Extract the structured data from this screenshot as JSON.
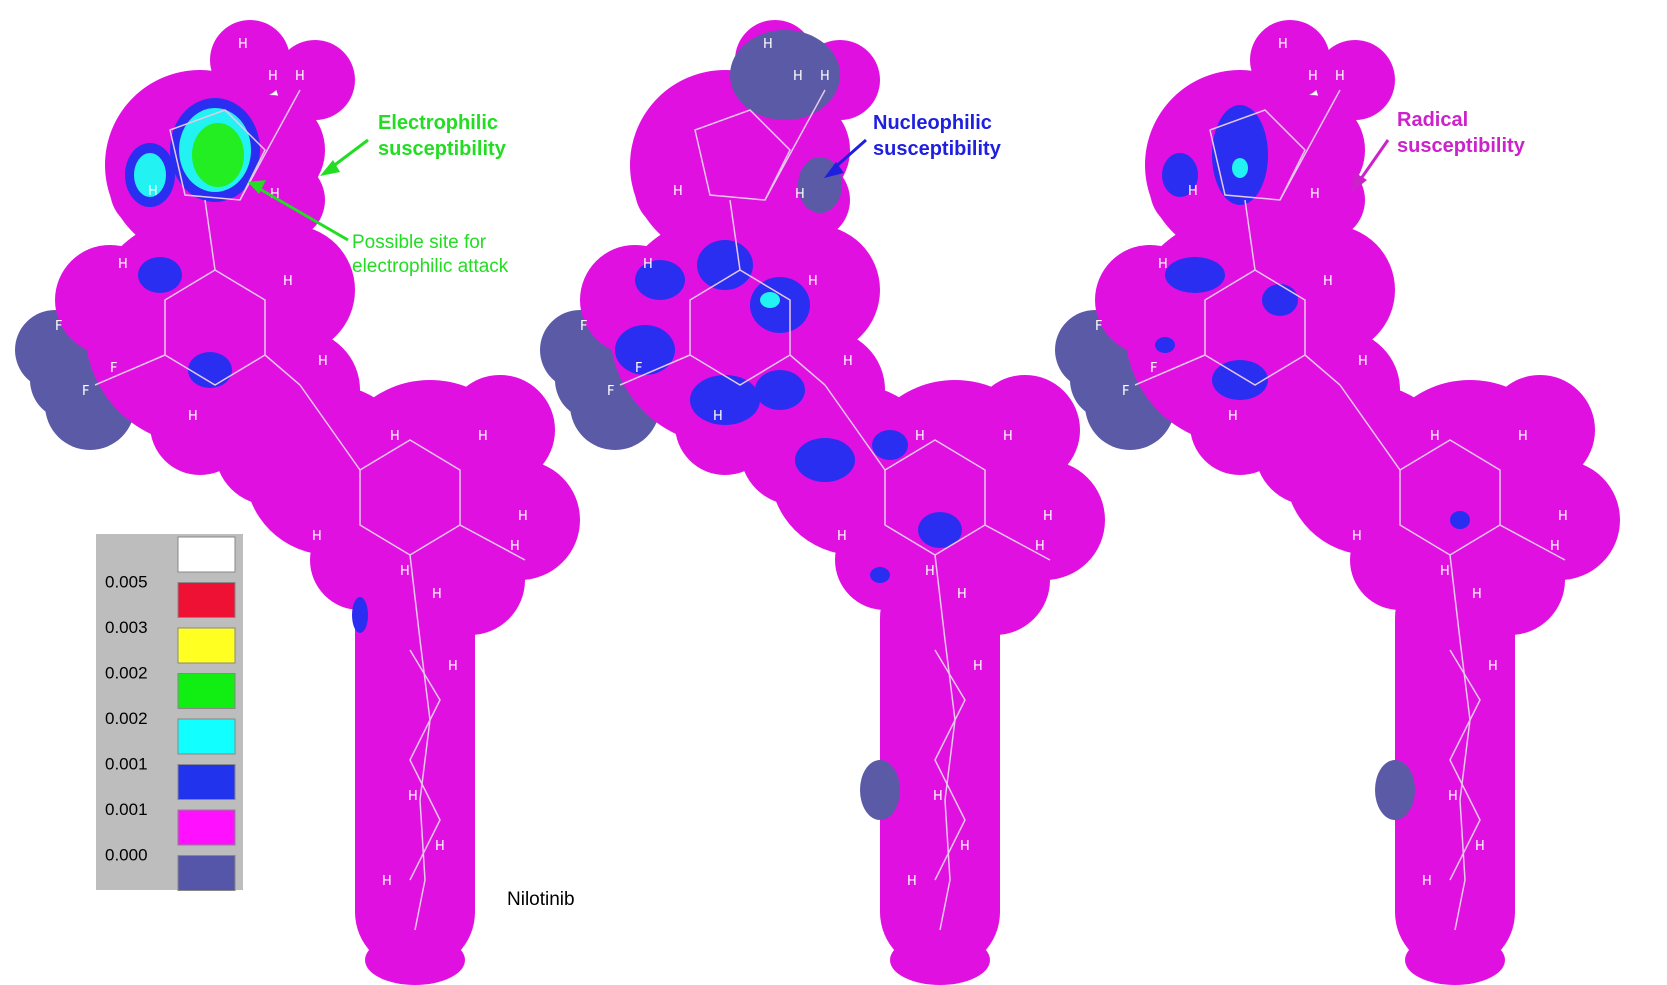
{
  "panels": [
    {
      "id": "electrophilic",
      "label_line1": "Electrophilic",
      "label_line2": "susceptibility",
      "label_color": "#22dd22",
      "annotation_line1": "Possible site for",
      "annotation_line2": "electrophilic attack",
      "annotation_color": "#22dd22"
    },
    {
      "id": "nucleophilic",
      "label_line1": "Nucleophilic",
      "label_line2": "susceptibility",
      "label_color": "#1f1fe0"
    },
    {
      "id": "radical",
      "label_line1": "Radical",
      "label_line2": "susceptibility",
      "label_color": "#cc22cc"
    }
  ],
  "molecule_name": "Nilotinib",
  "legend": {
    "entries": [
      {
        "value": "",
        "color": "#ffffff"
      },
      {
        "value": "0.005",
        "color": "#ee1133"
      },
      {
        "value": "0.003",
        "color": "#ffff22"
      },
      {
        "value": "0.002",
        "color": "#11ee11"
      },
      {
        "value": "0.002",
        "color": "#11ffff"
      },
      {
        "value": "0.001",
        "color": "#2233ee"
      },
      {
        "value": "0.001",
        "color": "#ff11ff"
      },
      {
        "value": "0.000",
        "color": "#5555aa"
      }
    ]
  },
  "colors": {
    "surface": "#e010e0",
    "surface_dark": "#b000b0",
    "low": "#5b5aa6",
    "blue": "#2a2ef0",
    "cyan": "#22f2f2",
    "green": "#22ee22",
    "bond": "#e6c8ea"
  },
  "atom_label": "H",
  "fluorine_label": "F"
}
